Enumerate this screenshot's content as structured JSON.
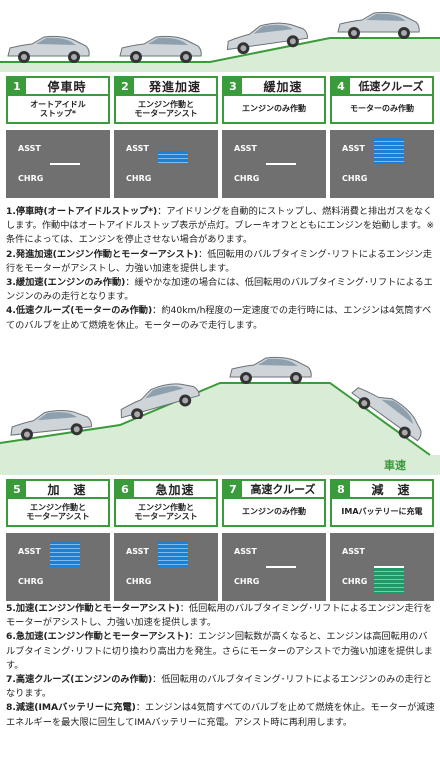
{
  "top": {
    "stages": [
      {
        "num": "1",
        "title": "停車時",
        "desc": "オートアイドル\nストップ*",
        "gauge": "line"
      },
      {
        "num": "2",
        "title": "発進加速",
        "desc": "エンジン作動と\nモーターアシスト",
        "gauge": "assist-small"
      },
      {
        "num": "3",
        "title": "緩加速",
        "desc": "エンジンのみ作動",
        "gauge": "line"
      },
      {
        "num": "4",
        "title": "低速クルーズ",
        "desc": "モーターのみ作動",
        "gauge": "assist-full"
      }
    ],
    "gauge_labels": {
      "asst": "ASST",
      "chrg": "CHRG"
    },
    "descriptions": [
      {
        "title": "1.停車時(オートアイドルストップ*)",
        "body": "：アイドリングを自動的にストップし、燃料消費と排出ガスをなくします。作動中はオートアイドルストップ表示が点灯。ブレーキオフとともにエンジンを始動します。※条件によっては、エンジンを停止させない場合があります。"
      },
      {
        "title": "2.発進加速(エンジン作動とモーターアシスト)",
        "body": "：低回転用のバルブタイミング･リフトによるエンジン走行をモーターがアシストし、力強い加速を提供します。"
      },
      {
        "title": "3.緩加速(エンジンのみ作動)",
        "body": "：緩やかな加速の場合には、低回転用のバルブタイミング･リフトによるエンジンのみの走行となります。"
      },
      {
        "title": "4.低速クルーズ(モーターのみ作動)",
        "body": "：約40km/h程度の一定速度での走行時には、エンジンは4気筒すべてのバルブを止めて燃焼を休止。モーターのみで走行します。"
      }
    ]
  },
  "bottom": {
    "road_label": "車速",
    "stages": [
      {
        "num": "5",
        "title": "加　速",
        "desc": "エンジン作動と\nモーターアシスト",
        "gauge": "assist-full"
      },
      {
        "num": "6",
        "title": "急加速",
        "desc": "エンジン作動と\nモーターアシスト",
        "gauge": "assist-full"
      },
      {
        "num": "7",
        "title": "高速クルーズ",
        "desc": "エンジンのみ作動",
        "gauge": "line"
      },
      {
        "num": "8",
        "title": "減　速",
        "desc": "IMAバッテリーに充電",
        "gauge": "charge"
      }
    ],
    "descriptions": [
      {
        "title": "5.加速(エンジン作動とモーターアシスト)",
        "body": "：低回転用のバルブタイミング･リフトによるエンジン走行をモーターがアシストし、力強い加速を提供します。"
      },
      {
        "title": "6.急加速(エンジン作動とモーターアシスト)",
        "body": "：エンジン回転数が高くなると、エンジンは高回転用のバルブタイミング･リフトに切り換わり高出力を発生。さらにモーターのアシストで力強い加速を提供します。"
      },
      {
        "title": "7.高速クルーズ(エンジンのみ作動)",
        "body": "：低回転用のバルブタイミング･リフトによるエンジンのみの走行となります。"
      },
      {
        "title": "8.減速(IMAバッテリーに充電)",
        "body": "：エンジンは4気筒すべてのバルブを止めて燃焼を休止。モーターが減速エネルギーを最大限に回生してIMAバッテリーに充電。アシスト時に再利用します。"
      }
    ]
  }
}
